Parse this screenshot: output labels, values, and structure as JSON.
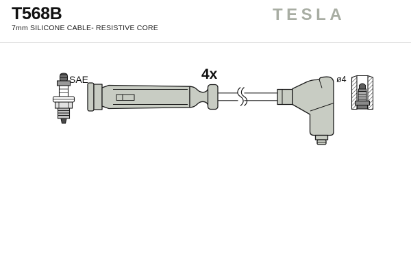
{
  "header": {
    "part_number": "T568B",
    "subtitle": "7mm SILICONE CABLE- RESISTIVE CORE",
    "brand_logo": "TESLA"
  },
  "drawing": {
    "labels": {
      "connector_standard": "SAE",
      "quantity": "4x",
      "terminal_diameter": "ø4"
    },
    "colors": {
      "part_fill": "#c8ccc3",
      "outline": "#1a1a1a",
      "logo_gray": "#a8ada3",
      "divider": "#cfcfcf",
      "background": "#ffffff"
    }
  }
}
